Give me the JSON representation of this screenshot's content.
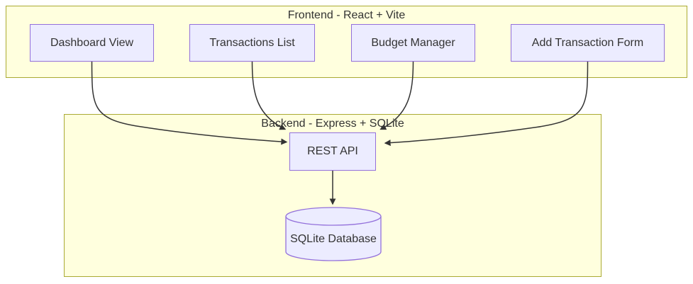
{
  "colors": {
    "cluster-fill": "#ffffde",
    "cluster-border": "#aaaa33",
    "node-fill": "#ececff",
    "node-border": "#9370db",
    "edge-color": "#333333",
    "text-color": "#333333"
  },
  "frontend": {
    "title": "Frontend - React + Vite",
    "nodes": [
      {
        "id": "dashboard",
        "label": "Dashboard View"
      },
      {
        "id": "transactions",
        "label": "Transactions List"
      },
      {
        "id": "budget",
        "label": "Budget Manager"
      },
      {
        "id": "addform",
        "label": "Add Transaction Form"
      }
    ]
  },
  "backend": {
    "title": "Backend - Express + SQLite",
    "nodes": [
      {
        "id": "api",
        "label": "REST API",
        "shape": "rect"
      },
      {
        "id": "db",
        "label": "SQLite Database",
        "shape": "cylinder"
      }
    ]
  },
  "edges": [
    {
      "from": "Dashboard View",
      "to": "REST API"
    },
    {
      "from": "Transactions List",
      "to": "REST API"
    },
    {
      "from": "Budget Manager",
      "to": "REST API"
    },
    {
      "from": "Add Transaction Form",
      "to": "REST API"
    },
    {
      "from": "REST API",
      "to": "SQLite Database"
    }
  ]
}
